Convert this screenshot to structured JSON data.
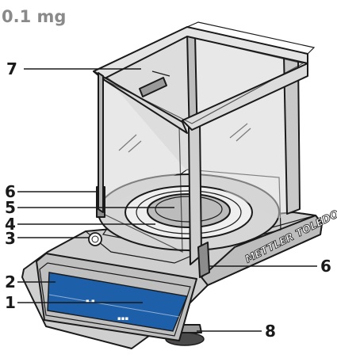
{
  "header": {
    "title": "0.1 mg"
  },
  "brand": {
    "logo_text": "METTLER TOLEDO"
  },
  "callouts": [
    {
      "id": "glass-top-door",
      "label": "7"
    },
    {
      "id": "side-door-handle-left",
      "label": "6"
    },
    {
      "id": "draft-shield-ring",
      "label": "5"
    },
    {
      "id": "weighing-pan",
      "label": "4"
    },
    {
      "id": "level-indicator",
      "label": "3"
    },
    {
      "id": "terminal-frame",
      "label": "2"
    },
    {
      "id": "touch-display",
      "label": "1"
    },
    {
      "id": "side-door-handle-right",
      "label": "6"
    },
    {
      "id": "foot-screw",
      "label": "8"
    }
  ]
}
